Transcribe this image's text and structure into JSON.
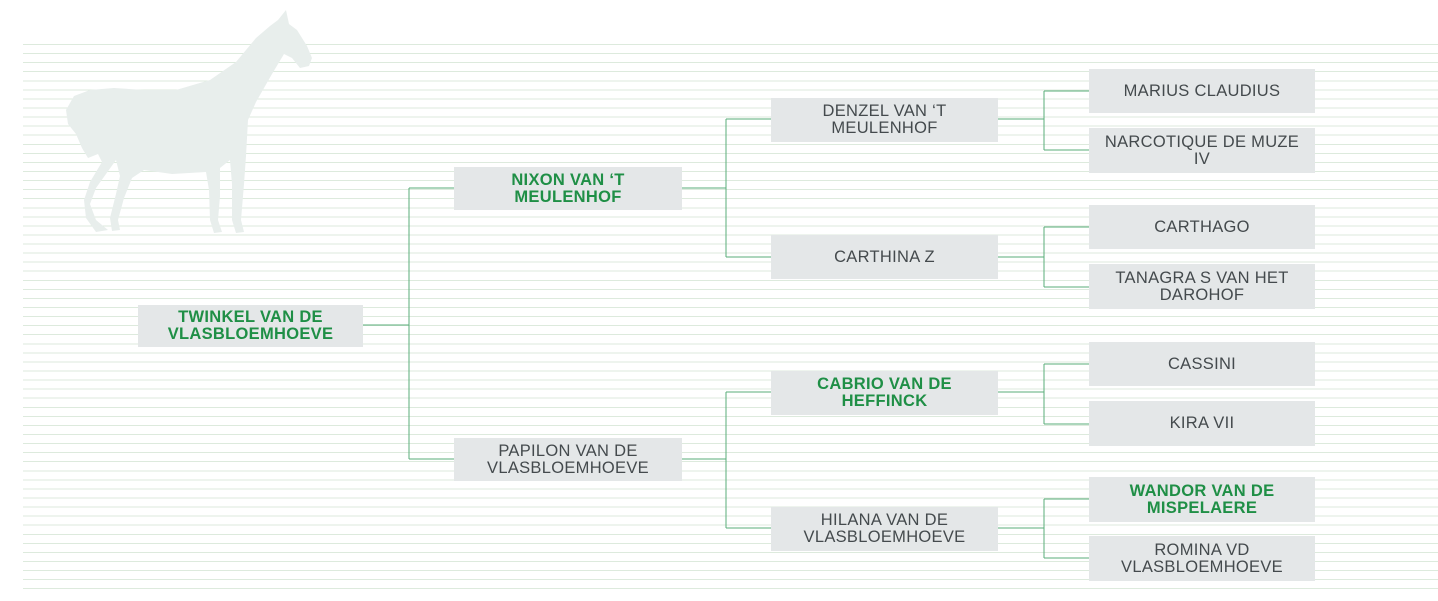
{
  "colors": {
    "highlight": "#1f8f46",
    "text": "#444a4d",
    "box": "#e4e7e8",
    "line": "#5aad7a",
    "stripe": "#ddeadd",
    "silhouette": "#e8eeec"
  },
  "pedigree": {
    "horse": {
      "name": "TWINKEL VAN DE VLASBLOEMHOEVE",
      "highlight": true
    },
    "sire": {
      "name": "NIXON VAN ‘T MEULENHOF",
      "highlight": true
    },
    "dam": {
      "name": "PAPILON VAN DE VLASBLOEMHOEVE",
      "highlight": false
    },
    "sire_sire": {
      "name": "DENZEL VAN ‘T MEULENHOF",
      "highlight": false
    },
    "sire_dam": {
      "name": "CARTHINA Z",
      "highlight": false
    },
    "dam_sire": {
      "name": "CABRIO VAN DE HEFFINCK",
      "highlight": true
    },
    "dam_dam": {
      "name": "HILANA VAN DE VLASBLOEMHOEVE",
      "highlight": false
    },
    "sire_sire_sire": {
      "name": "MARIUS CLAUDIUS",
      "highlight": false
    },
    "sire_sire_dam": {
      "name": "NARCOTIQUE DE MUZE IV",
      "highlight": false
    },
    "sire_dam_sire": {
      "name": "CARTHAGO",
      "highlight": false
    },
    "sire_dam_dam": {
      "name": "TANAGRA S VAN HET DAROHOF",
      "highlight": false
    },
    "dam_sire_sire": {
      "name": "CASSINI",
      "highlight": false
    },
    "dam_sire_dam": {
      "name": "KIRA VII",
      "highlight": false
    },
    "dam_dam_sire": {
      "name": "WANDOR VAN DE MISPELAERE",
      "highlight": true
    },
    "dam_dam_dam": {
      "name": "ROMINA VD VLASBLOEMHOEVE",
      "highlight": false
    }
  }
}
